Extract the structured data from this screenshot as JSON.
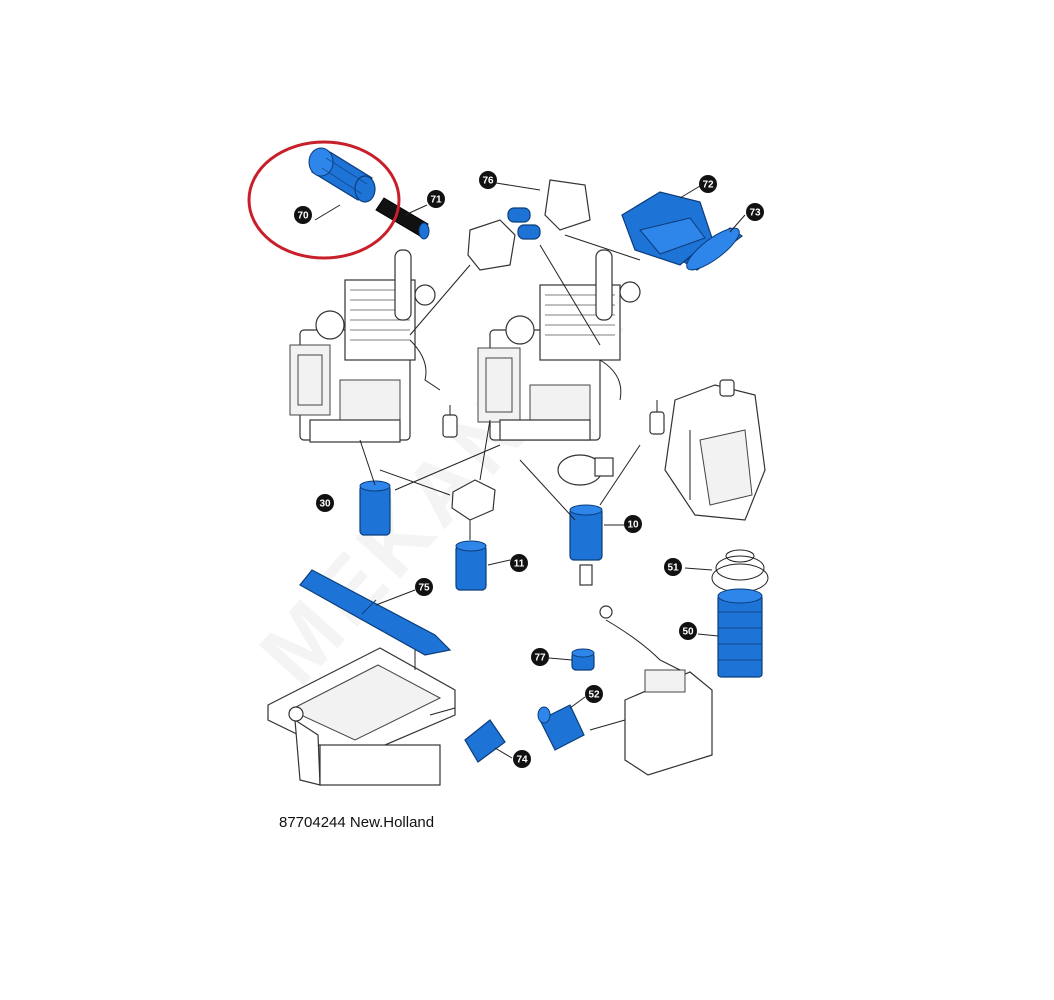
{
  "caption": "87704244 New.Holland",
  "watermark": "MEKANON",
  "colors": {
    "part_blue": "#1e73d6",
    "highlight_red": "#c8202b",
    "callout_black": "#111111"
  },
  "callouts": {
    "c70": "70",
    "c71": "71",
    "c76": "76",
    "c72": "72",
    "c73": "73",
    "c30": "30",
    "c10": "10",
    "c11": "11",
    "c51": "51",
    "c75": "75",
    "c50": "50",
    "c77": "77",
    "c52": "52",
    "c74": "74"
  },
  "highlighted_part": "70"
}
